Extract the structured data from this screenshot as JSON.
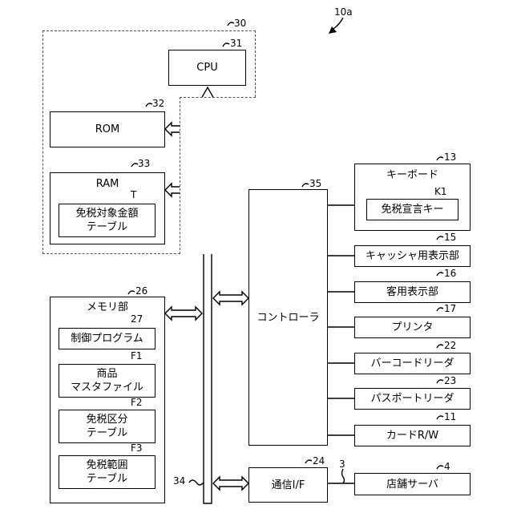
{
  "figure_ref": "10a",
  "refs": {
    "dashed_group": "30",
    "cpu": "31",
    "rom": "32",
    "ram": "33",
    "bus": "34",
    "controller": "35",
    "memory": "26",
    "program": "27",
    "table_t": "T",
    "table_f1": "F1",
    "table_f2": "F2",
    "table_f3": "F3",
    "keyboard": "13",
    "tax_key": "K1",
    "cashier_display": "15",
    "customer_display": "16",
    "printer": "17",
    "barcode_reader": "22",
    "passport_reader": "23",
    "card_rw": "11",
    "comm_if": "24",
    "network": "3",
    "store_server": "4"
  },
  "labels": {
    "cpu": "CPU",
    "rom": "ROM",
    "ram": "RAM",
    "tax_amount_table": "免税対象金額\nテーブル",
    "memory": "メモリ部",
    "control_program": "制御プログラム",
    "product_master": "商品\nマスタファイル",
    "tax_category_table": "免税区分\nテーブル",
    "tax_range_table": "免税範囲\nテーブル",
    "controller": "コントローラ",
    "keyboard": "キーボード",
    "tax_key": "免税宣言キー",
    "cashier_display": "キャッシャ用表示部",
    "customer_display": "客用表示部",
    "printer": "プリンタ",
    "barcode_reader": "バーコードリーダ",
    "passport_reader": "パスポートリーダ",
    "card_rw": "カードR/W",
    "comm_if": "通信I/F",
    "store_server": "店舗サーバ"
  }
}
